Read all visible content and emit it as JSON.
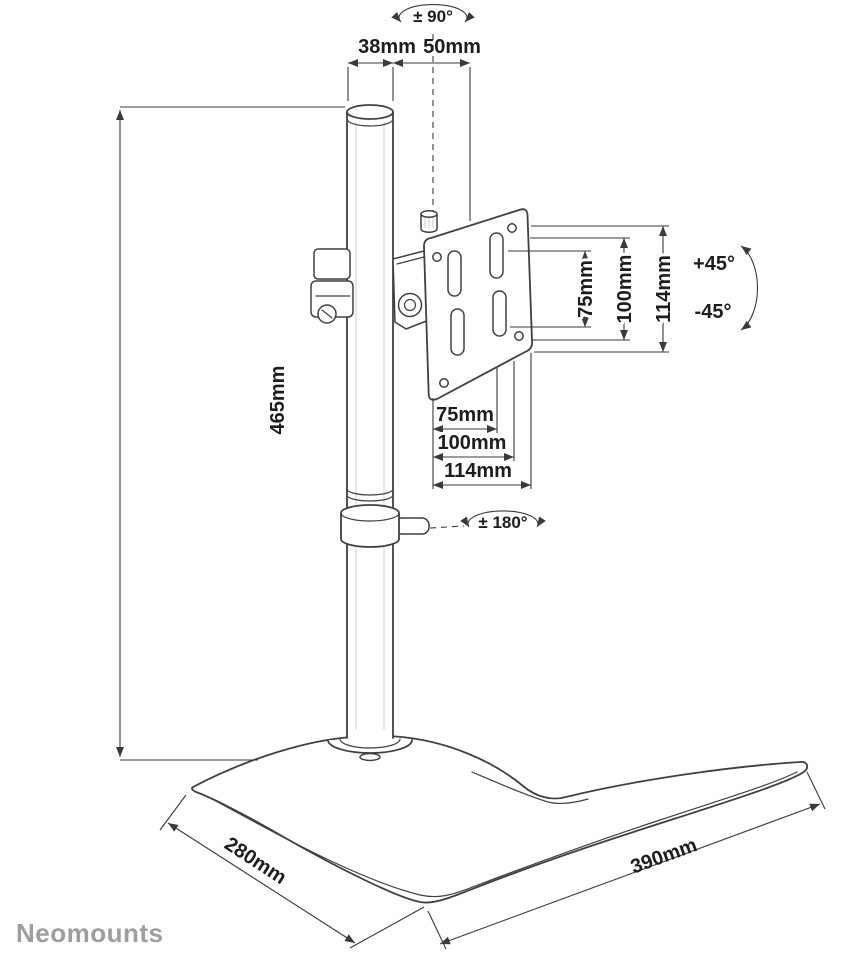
{
  "brand": "Neomounts",
  "colors": {
    "line": "#404040",
    "dimension_line": "#3a3a3a",
    "label_text": "#1d1d1d",
    "brand_text": "#9c9ea1",
    "background": "#ffffff"
  },
  "annotations": {
    "rotation_90": "± 90°",
    "pole_38": "38mm",
    "offset_50": "50mm",
    "height_465": "465mm",
    "side_75": "75mm",
    "side_100": "100mm",
    "side_114": "114mm",
    "tilt_up": "+45°",
    "tilt_down": "-45°",
    "bottom_75": "75mm",
    "bottom_100": "100mm",
    "bottom_114": "114mm",
    "rotation_180": "± 180°",
    "depth_280": "280mm",
    "width_390": "390mm"
  }
}
